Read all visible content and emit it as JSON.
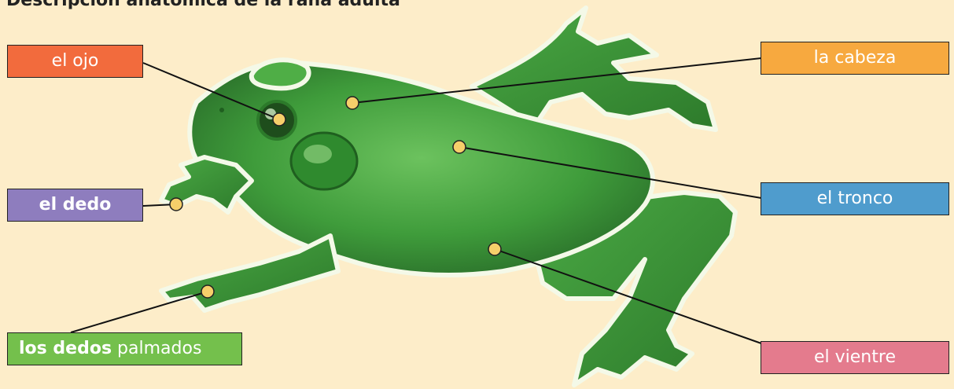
{
  "title": "Descripción anatómica de la rana adulta",
  "labels": {
    "ojo": "el ojo",
    "cabeza": "la cabeza",
    "dedo": "el dedo",
    "tronco": "el tronco",
    "dedos_bold": "los dedos",
    "dedos_rest": "palmados",
    "vientre": "el vientre"
  },
  "colors": {
    "background": "#fdedc9",
    "ojo": "#f26b3d",
    "cabeza": "#f7a93f",
    "dedo": "#8e7dbe",
    "tronco": "#4f9ccd",
    "dedos": "#74c04c",
    "vientre": "#e47b8d",
    "marker": "#f6cf6a",
    "frog": "#3f9c3b"
  }
}
